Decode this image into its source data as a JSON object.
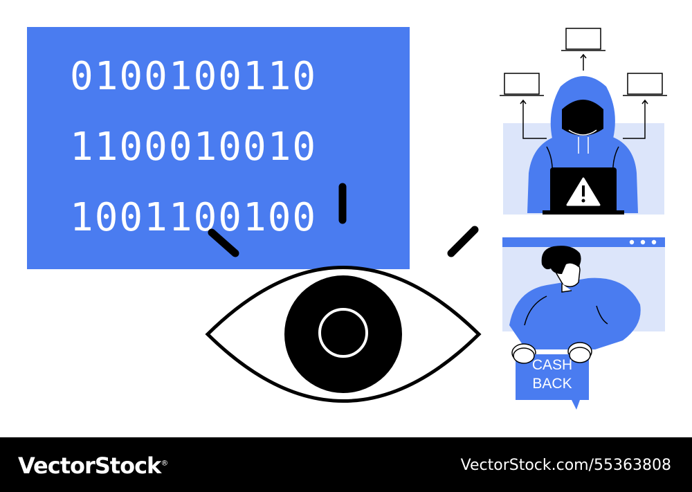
{
  "illustration": {
    "binary_rows": [
      "0100100110",
      "1100010010",
      "1001100100"
    ],
    "cashback_sign": {
      "line1": "CASH",
      "line2": "BACK"
    }
  },
  "footer": {
    "logo_text": "VectorStock",
    "logo_mark": "®",
    "image_id": "VectorStock.com/55363808"
  },
  "colors": {
    "accent_blue": "#4a7cf0",
    "light_blue": "#dce5fa",
    "ink": "#000000",
    "background": "#ffffff"
  },
  "icons": [
    "eye-icon",
    "warning-icon",
    "laptop-icon",
    "arrow-icon",
    "browser-dots-icon"
  ]
}
